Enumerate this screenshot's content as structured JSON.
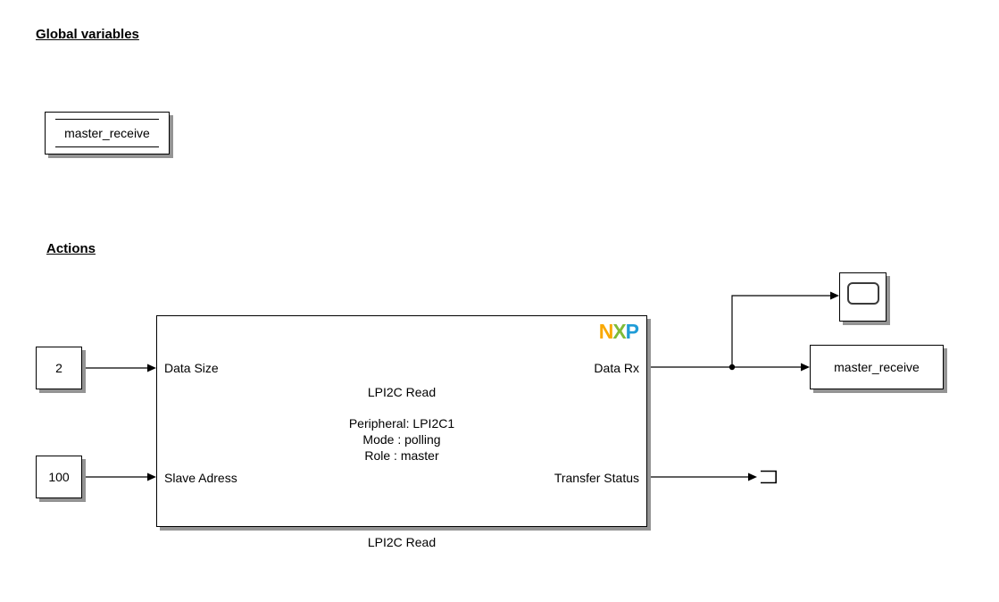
{
  "headings": {
    "global_variables": "Global variables",
    "actions": "Actions"
  },
  "global_section": {
    "data_store_memory_label": "master_receive"
  },
  "constants": {
    "data_size_value": "2",
    "slave_address_value": "100"
  },
  "subsystem": {
    "title": "LPI2C Read",
    "detail_lines": [
      "Peripheral: LPI2C1",
      "Mode : polling",
      "Role : master"
    ],
    "ports": {
      "data_size": "Data Size",
      "slave_address": "Slave Adress",
      "data_rx": "Data Rx",
      "transfer_status": "Transfer Status"
    },
    "caption": "LPI2C Read",
    "logo": {
      "letter_n": "N",
      "letter_x": "X",
      "letter_p": "P",
      "color_n": "#f9a800",
      "color_x": "#7fbb38",
      "color_p": "#1f9cd7"
    }
  },
  "sinks": {
    "data_store_write_label": "master_receive"
  }
}
